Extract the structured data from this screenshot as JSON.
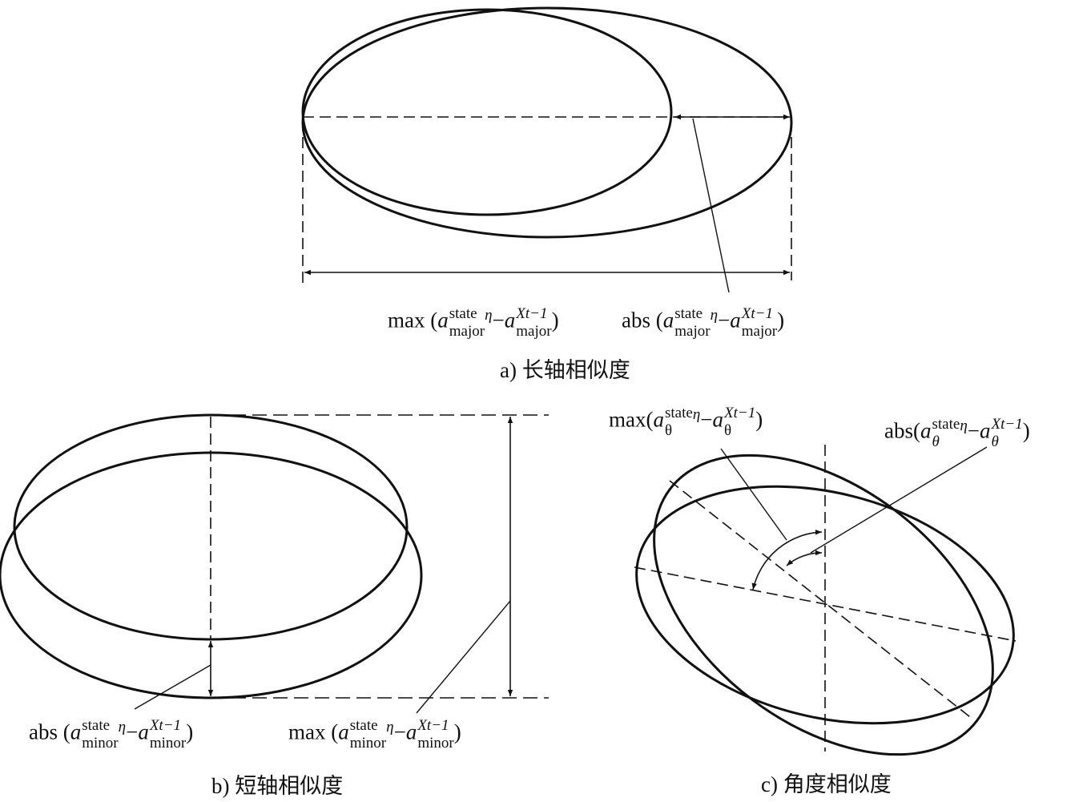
{
  "captions": {
    "a": "a) 长轴相似度",
    "b": "b) 短轴相似度",
    "c": "c) 角度相似度"
  },
  "formula_parts": {
    "max": "max",
    "abs": "abs",
    "a": "a",
    "state": "state",
    "eta": "η",
    "t": "t",
    "minus": "−",
    "X_t_minus_1": "X",
    "sub_tm1": "t−1",
    "open": "(",
    "close": ")",
    "major": "major",
    "minor": "minor",
    "theta_upright": "θ",
    "theta_italic": "θ"
  },
  "colors": {
    "line": "#111111",
    "background": "#ffffff"
  }
}
